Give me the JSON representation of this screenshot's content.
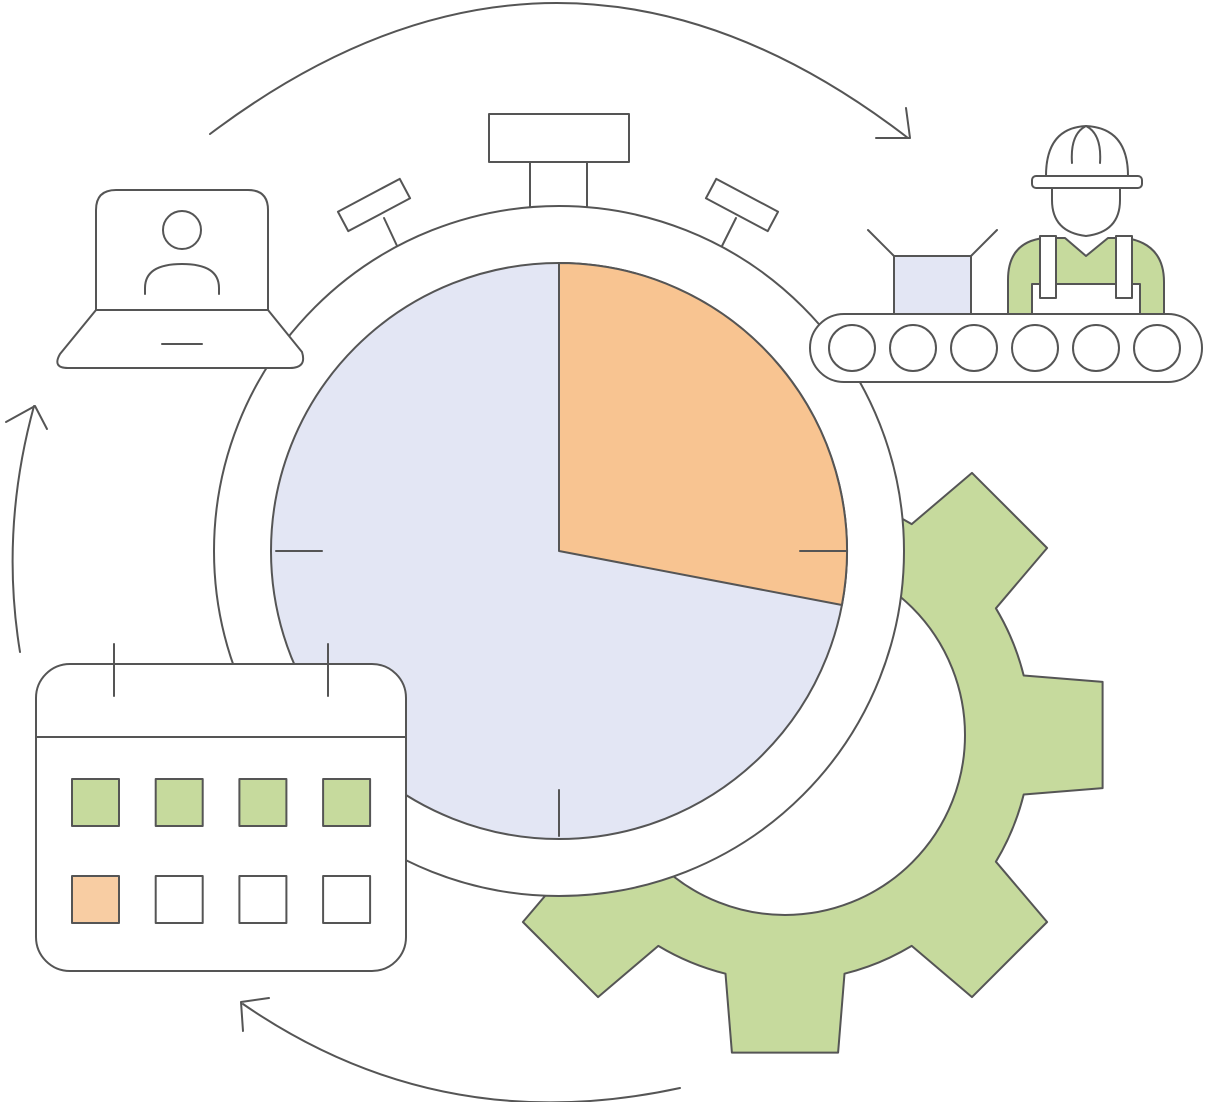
{
  "colors": {
    "stroke": "#555555",
    "background": "#ffffff",
    "clock_face": "#e3e6f4",
    "elapsed_segment": "#f8c491",
    "gear": "#c6da9d",
    "worker_shirt": "#c6da9d",
    "conveyor_box": "#e3e6f4",
    "calendar_done": "#c6da9d",
    "calendar_current": "#f8cda3",
    "calendar_todo": "#ffffff"
  },
  "stopwatch": {
    "elapsed_fraction": 0.28,
    "icon": "stopwatch-icon"
  },
  "gear": {
    "icon": "gear-icon",
    "teeth": 8
  },
  "laptop": {
    "icon": "laptop-icon",
    "screen_content": "user-profile-icon"
  },
  "worker": {
    "icon": "construction-worker-icon",
    "headwear": "hard-hat-icon"
  },
  "conveyor": {
    "icon": "conveyor-belt-icon",
    "roller_count": 6,
    "item": "package-box-icon"
  },
  "calendar": {
    "icon": "calendar-icon",
    "days": [
      {
        "state": "done"
      },
      {
        "state": "done"
      },
      {
        "state": "done"
      },
      {
        "state": "done"
      },
      {
        "state": "current"
      },
      {
        "state": "todo"
      },
      {
        "state": "todo"
      },
      {
        "state": "todo"
      }
    ]
  },
  "cycle_arrows": [
    {
      "name": "arrow-laptop-to-worker",
      "direction": "clockwise"
    },
    {
      "name": "arrow-gear-to-calendar",
      "direction": "clockwise"
    },
    {
      "name": "arrow-calendar-to-laptop",
      "direction": "clockwise"
    }
  ]
}
